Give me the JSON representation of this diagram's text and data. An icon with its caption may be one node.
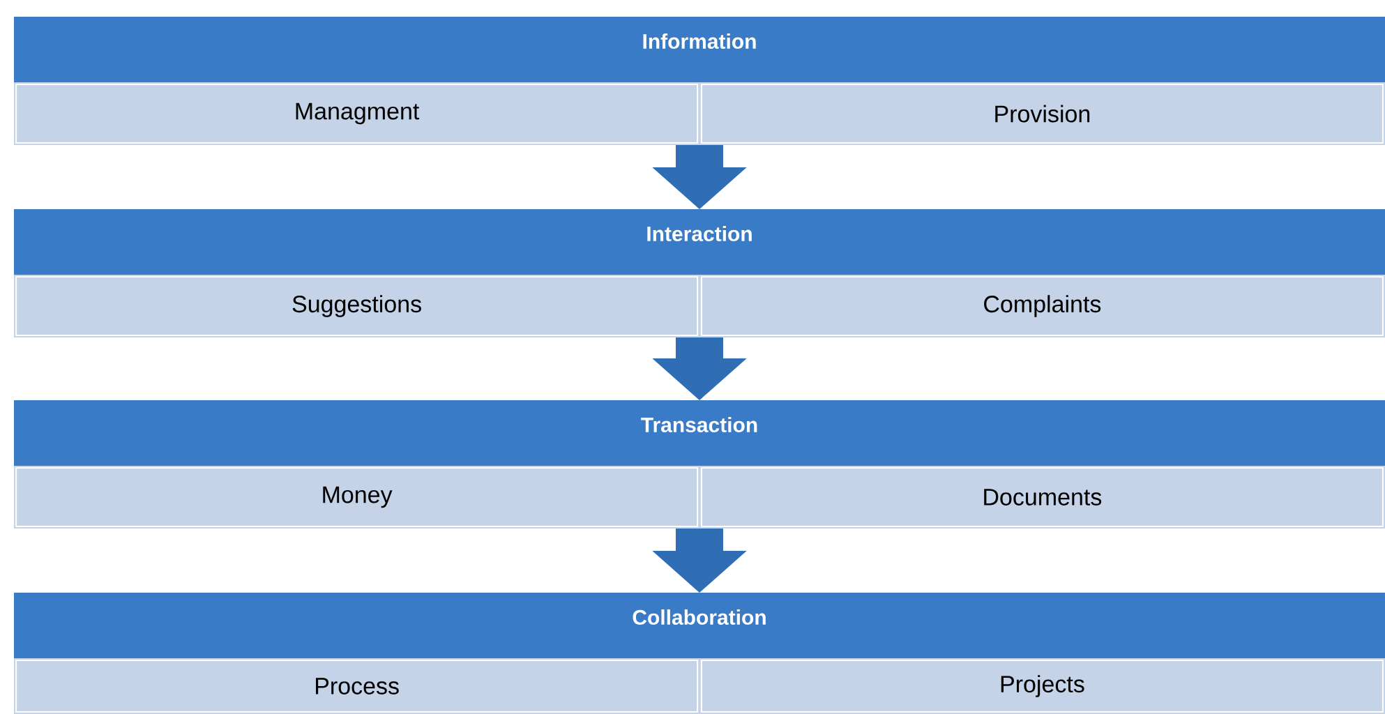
{
  "diagram": {
    "nodes": [
      {
        "text": [
          "Information"
        ]
      },
      {
        "text": [
          "Managment"
        ],
        "in": 0
      },
      {
        "text": [
          "Provision"
        ],
        "in": 0
      },
      {
        "text": [
          "Interaction"
        ]
      },
      {
        "text": [
          "Suggestions"
        ],
        "in": 3
      },
      {
        "text": [
          "Complaints"
        ],
        "in": 3
      },
      {
        "text": [
          "Transaction"
        ]
      },
      {
        "text": [
          "Money"
        ],
        "in": 6
      },
      {
        "text": [
          "Documents"
        ],
        "in": 6
      },
      {
        "text": [
          "Collaboration"
        ]
      },
      {
        "text": [
          "Process"
        ],
        "in": 9
      },
      {
        "text": [
          "Projects"
        ],
        "in": 9
      }
    ],
    "edges": [
      {
        "from": 0,
        "to": 3,
        "arrow": "to"
      },
      {
        "from": 3,
        "to": 6,
        "arrow": "to"
      },
      {
        "from": 6,
        "to": 9,
        "arrow": "to"
      }
    ]
  }
}
